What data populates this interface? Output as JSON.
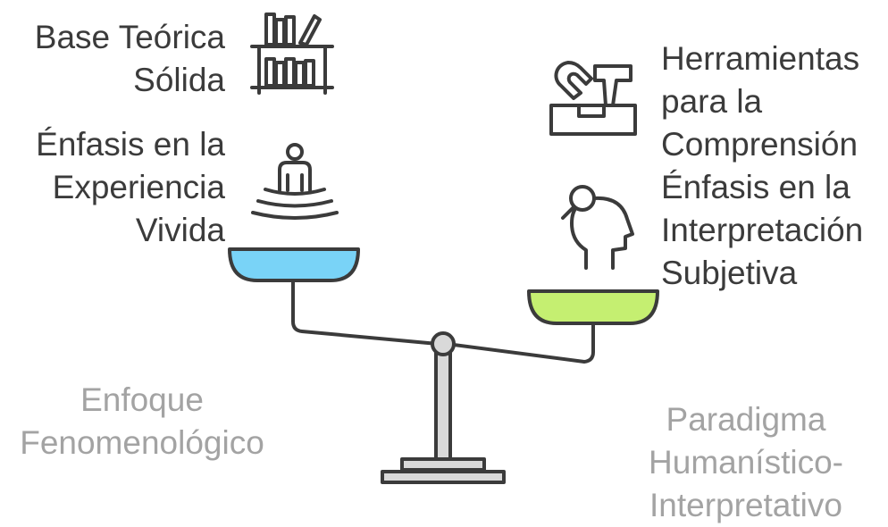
{
  "left_side": {
    "label_top": [
      "Base Teórica",
      "Sólida"
    ],
    "label_mid": [
      "Énfasis en la",
      "Experiencia",
      "Vivida"
    ],
    "footer": [
      "Enfoque",
      "Fenomenológico"
    ],
    "pan_color": "#79d3f7",
    "icons": [
      "bookshelf-icon",
      "meditation-icon"
    ]
  },
  "right_side": {
    "label_top": [
      "Herramientas",
      "para la",
      "Comprensión"
    ],
    "label_mid": [
      "Énfasis en la",
      "Interpretación",
      "Subjetiva"
    ],
    "footer": [
      "Paradigma",
      "Humanístico-",
      "Interpretativo"
    ],
    "pan_color": "#c5ef71",
    "icons": [
      "toolbox-icon",
      "head-magnifier-icon"
    ]
  },
  "colors": {
    "stroke": "#3b3b3b",
    "metal": "#d9d9d9",
    "muted_text": "#a3a3a3"
  }
}
